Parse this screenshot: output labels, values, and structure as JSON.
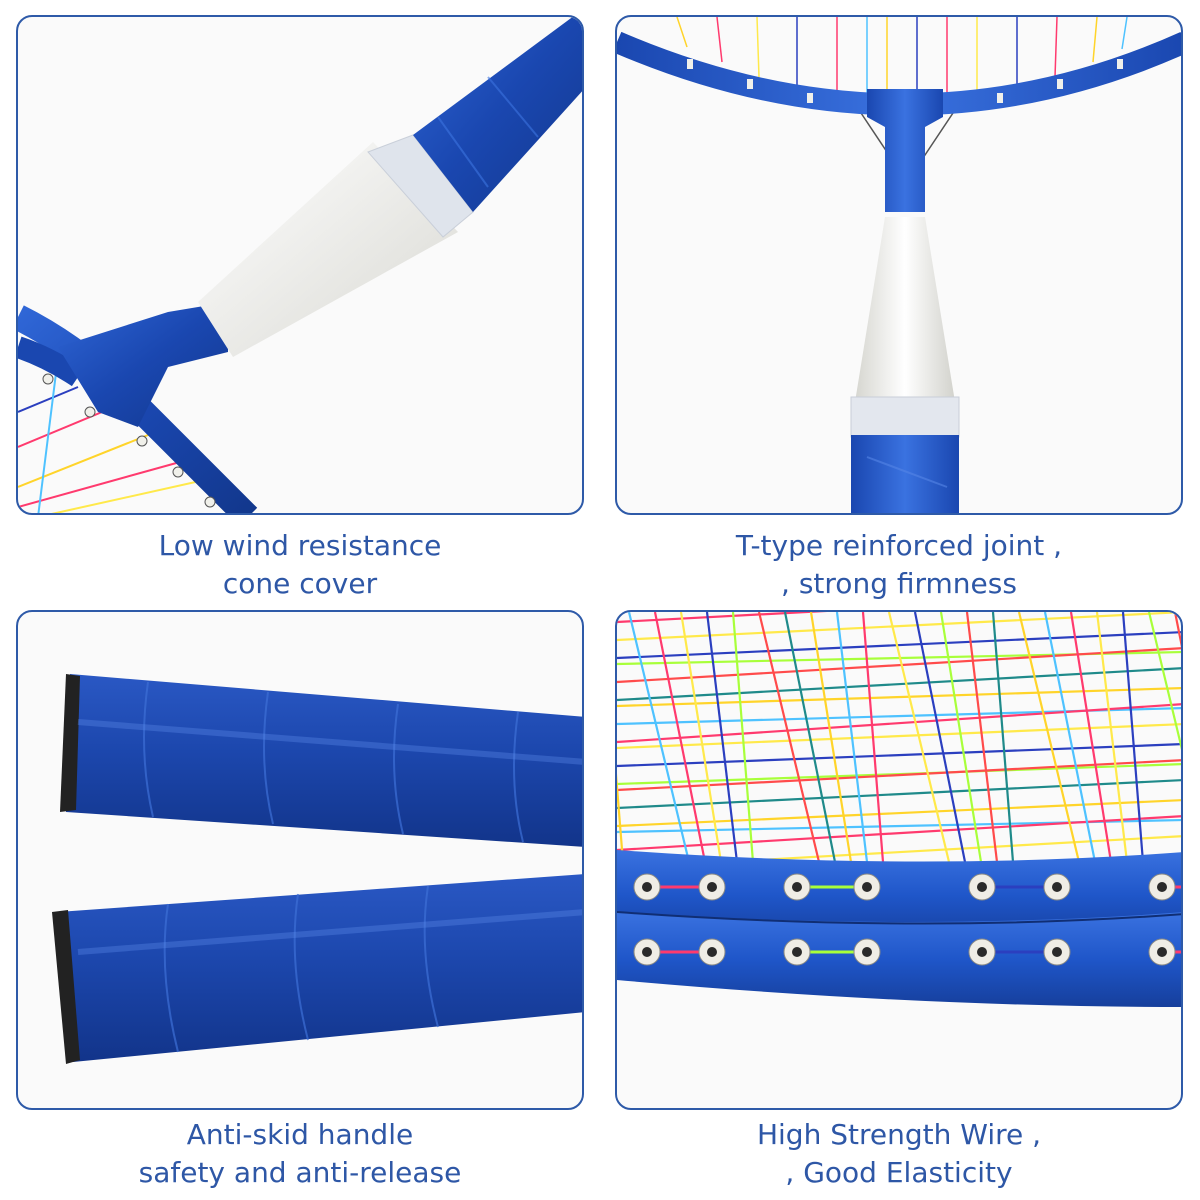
{
  "panels": [
    {
      "caption_line1": "Low wind resistance",
      "caption_line2": "cone cover"
    },
    {
      "caption_line1": "T-type reinforced joint ,",
      "caption_line2": ", strong firmness"
    },
    {
      "caption_line1": "Anti-skid handle",
      "caption_line2": "safety and anti-release"
    },
    {
      "caption_line1": "High Strength Wire ,",
      "caption_line2": ", Good Elasticity"
    }
  ],
  "colors": {
    "frame_blue": "#1f56c9",
    "grip_blue": "#1e45a8",
    "cone_white": "#eeeeea",
    "caption_blue": "#2e57a6",
    "border_blue": "#2e5aa8"
  }
}
